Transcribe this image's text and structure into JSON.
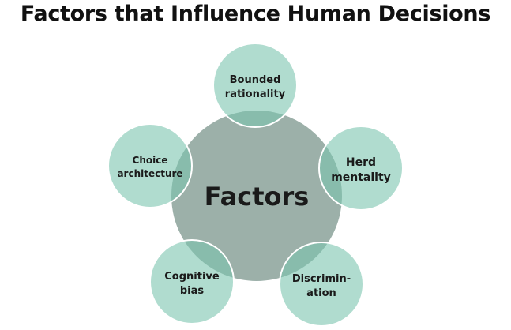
{
  "title": "Factors that Influence Human Decisions",
  "center": {
    "label": "Factors"
  },
  "factors": [
    {
      "lines": [
        "Bounded",
        "rationality"
      ]
    },
    {
      "lines": [
        "Herd",
        "mentality"
      ]
    },
    {
      "lines": [
        "Discrimin-",
        "ation"
      ]
    },
    {
      "lines": [
        "Cognitive",
        "bias"
      ]
    },
    {
      "lines": [
        "Choice",
        "architecture"
      ]
    }
  ],
  "colors": {
    "center": "#9cb0a9",
    "satellite": "#7cc5af"
  }
}
